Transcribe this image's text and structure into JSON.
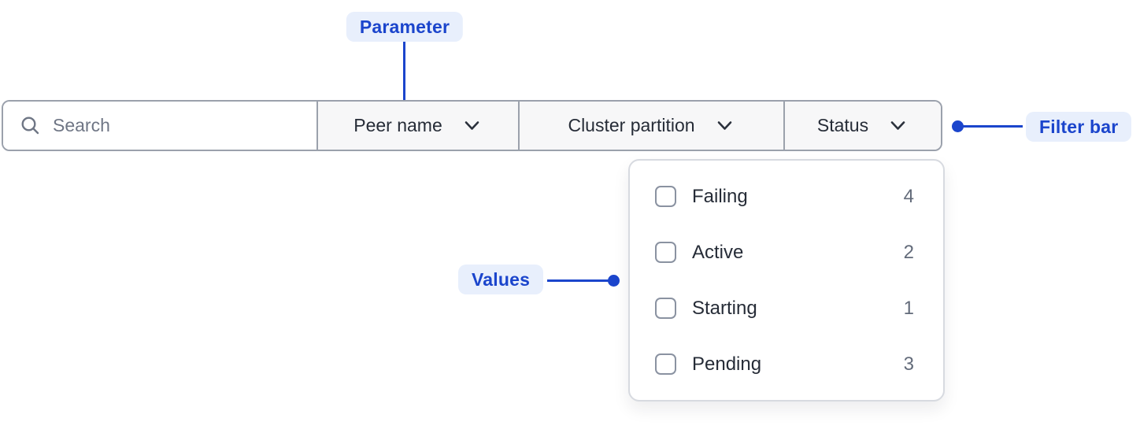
{
  "annotations": {
    "parameter_label": "Parameter",
    "filter_bar_label": "Filter bar",
    "values_label": "Values",
    "accent_color": "#1b45cc",
    "badge_bg_color": "#e8effc"
  },
  "filter_bar": {
    "search": {
      "placeholder": "Search",
      "value": ""
    },
    "parameters": [
      {
        "label": "Peer name"
      },
      {
        "label": "Cluster partition"
      },
      {
        "label": "Status"
      }
    ]
  },
  "dropdown": {
    "attached_to": "Status",
    "items": [
      {
        "label": "Failing",
        "count": "4",
        "checked": false
      },
      {
        "label": "Active",
        "count": "2",
        "checked": false
      },
      {
        "label": "Starting",
        "count": "1",
        "checked": false
      },
      {
        "label": "Pending",
        "count": "3",
        "checked": false
      }
    ]
  }
}
